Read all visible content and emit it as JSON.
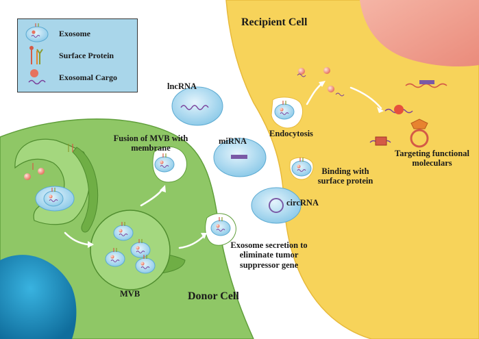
{
  "legend": {
    "exosome": "Exosome",
    "surface_protein": "Surface Protein",
    "cargo": "Exosomal Cargo"
  },
  "cells": {
    "recipient": "Recipient Cell",
    "donor": "Donor Cell"
  },
  "rna_types": {
    "lncrna": "lncRNA",
    "mirna": "miRNA",
    "circrna": "circRNA"
  },
  "processes": {
    "fusion_line1": "Fusion of MVB with",
    "fusion_line2": "membrane",
    "mvb": "MVB",
    "endocytosis": "Endocytosis",
    "binding_line1": "Binding with",
    "binding_line2": "surface protein",
    "secretion_line1": "Exosome secretion to",
    "secretion_line2": "eliminate tumor",
    "secretion_line3": "suppressor gene",
    "targeting_line1": "Targeting functional",
    "targeting_line2": "moleculars"
  },
  "colors": {
    "donor_cell": "#8fc766",
    "recipient_cell": "#f7d35a",
    "exosome": "#b4dff3",
    "legend_bg": "#a9d6ea",
    "nucleus_blue": "#1f8fc0",
    "nucleus_red": "#f0a69a"
  }
}
